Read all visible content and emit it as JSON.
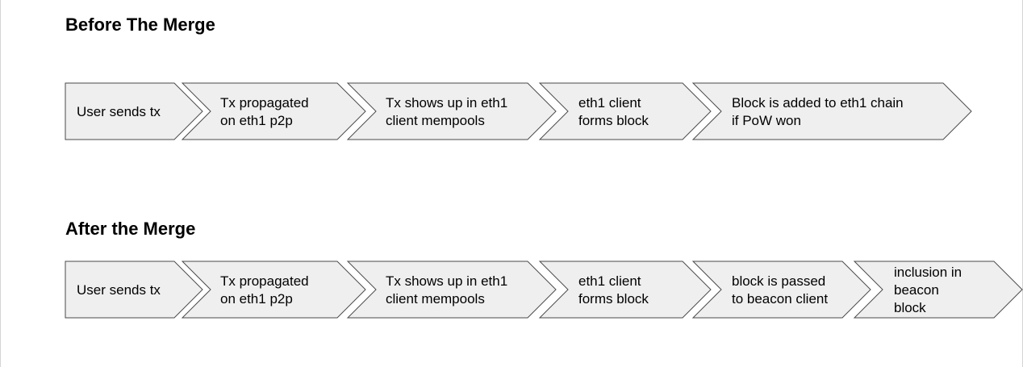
{
  "sections": [
    {
      "title": "Before The Merge",
      "steps": [
        {
          "lines": [
            "User sends tx"
          ]
        },
        {
          "lines": [
            "Tx propagated",
            "on eth1 p2p"
          ]
        },
        {
          "lines": [
            "Tx shows up in eth1",
            "client mempools"
          ]
        },
        {
          "lines": [
            "eth1 client",
            "forms block"
          ]
        },
        {
          "lines": [
            "Block is added to eth1 chain",
            "if PoW won"
          ]
        }
      ]
    },
    {
      "title": "After the Merge",
      "steps": [
        {
          "lines": [
            "User sends tx"
          ]
        },
        {
          "lines": [
            "Tx propagated",
            "on eth1 p2p"
          ]
        },
        {
          "lines": [
            "Tx shows up in eth1",
            "client mempools"
          ]
        },
        {
          "lines": [
            "eth1 client",
            "forms block"
          ]
        },
        {
          "lines": [
            "block is passed",
            "to beacon client"
          ]
        },
        {
          "lines": [
            "inclusion in",
            "beacon",
            "block"
          ]
        }
      ]
    }
  ],
  "colors": {
    "step_fill": "#efefef",
    "step_stroke": "#4a4a4a",
    "text": "#000000"
  }
}
